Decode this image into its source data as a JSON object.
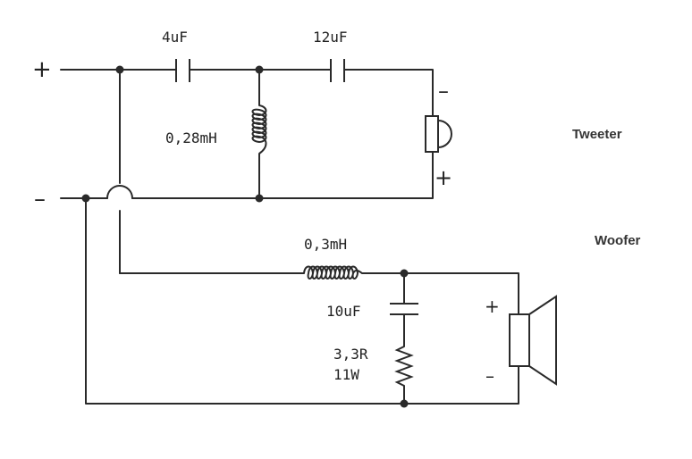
{
  "terminals": {
    "positive": "+",
    "negative": "–"
  },
  "components": {
    "c1": "4uF",
    "c2": "12uF",
    "l1": "0,28mH",
    "l2": "0,3mH",
    "c3": "10uF",
    "r1_value": "3,3R",
    "r1_power": "11W"
  },
  "drivers": {
    "tweeter": {
      "label": "Tweeter",
      "minus": "–",
      "plus": "+"
    },
    "woofer": {
      "label": "Woofer",
      "plus": "+",
      "minus": "–"
    }
  },
  "colors": {
    "ink": "#2a2a2a",
    "background": "#ffffff"
  }
}
